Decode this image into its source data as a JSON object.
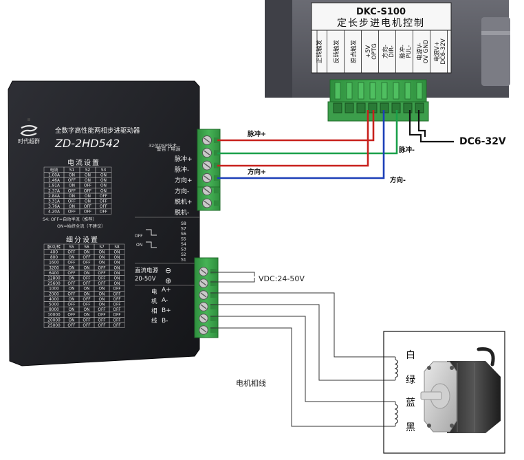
{
  "controller": {
    "model": "DKC-S100",
    "title": "定长步进电机控制",
    "terminal_labels": [
      "正转触发",
      "反转触发",
      "原点触发",
      "+5V OPTG",
      "方向- DIR-",
      "脉冲- PUL-",
      "电源V- OV GND",
      "电源V+ DC6-32V"
    ],
    "label_lines": [
      [
        "正转触发"
      ],
      [
        "反转触发"
      ],
      [
        "原点触发"
      ],
      [
        "+5V",
        "OPTG"
      ],
      [
        "方向-",
        "DIR-"
      ],
      [
        "脉冲-",
        "PUL-"
      ],
      [
        "电源V-",
        "OV GND"
      ],
      [
        "电源V+",
        "DC6-32V"
      ]
    ]
  },
  "driver": {
    "brand": "时代超群",
    "name_cn": "全数字高性能两相步进驱动器",
    "model": "ZD-2HD542",
    "tech": "32位DSP技术",
    "current_title": "电流设置",
    "current_headers": [
      "电流",
      "S1",
      "S2",
      "S3"
    ],
    "current_rows": [
      [
        "1.00A",
        "ON",
        "ON",
        "ON"
      ],
      [
        "1.46A",
        "OFF",
        "ON",
        "ON"
      ],
      [
        "1.91A",
        "ON",
        "OFF",
        "ON"
      ],
      [
        "2.37A",
        "OFF",
        "OFF",
        "ON"
      ],
      [
        "2.84A",
        "ON",
        "ON",
        "OFF"
      ],
      [
        "3.31A",
        "OFF",
        "ON",
        "OFF"
      ],
      [
        "3.76A",
        "ON",
        "OFF",
        "OFF"
      ],
      [
        "4.20A",
        "OFF",
        "OFF",
        "OFF"
      ]
    ],
    "s4_note_1": "S4: OFF=自动半流（推荐）",
    "s4_note_2": "ON=始终全流（不建议）",
    "micro_title": "细分设置",
    "micro_headers": [
      "脉冲/转",
      "S5",
      "S6",
      "S7",
      "S8"
    ],
    "micro_rows": [
      [
        "400",
        "OFF",
        "ON",
        "ON",
        "ON"
      ],
      [
        "800",
        "ON",
        "OFF",
        "ON",
        "ON"
      ],
      [
        "1600",
        "OFF",
        "OFF",
        "ON",
        "ON"
      ],
      [
        "3200",
        "ON",
        "ON",
        "OFF",
        "ON"
      ],
      [
        "6400",
        "OFF",
        "ON",
        "OFF",
        "ON"
      ],
      [
        "12800",
        "ON",
        "OFF",
        "OFF",
        "ON"
      ],
      [
        "25600",
        "OFF",
        "OFF",
        "OFF",
        "ON"
      ],
      [
        "1000",
        "ON",
        "ON",
        "ON",
        "OFF"
      ],
      [
        "2000",
        "OFF",
        "ON",
        "ON",
        "OFF"
      ],
      [
        "4000",
        "ON",
        "OFF",
        "ON",
        "OFF"
      ],
      [
        "5000",
        "OFF",
        "OFF",
        "ON",
        "OFF"
      ],
      [
        "8000",
        "ON",
        "ON",
        "OFF",
        "OFF"
      ],
      [
        "10000",
        "OFF",
        "ON",
        "OFF",
        "OFF"
      ],
      [
        "20000",
        "ON",
        "OFF",
        "OFF",
        "OFF"
      ],
      [
        "25000",
        "OFF",
        "OFF",
        "OFF",
        "OFF"
      ]
    ],
    "alarm_label": "警告 / 电源",
    "signal_labels": [
      "脉冲+",
      "脉冲-",
      "方向+",
      "方向-",
      "脱机+",
      "脱机-"
    ],
    "switch_off": "OFF",
    "switch_on": "ON",
    "switch_labels": [
      "S8",
      "S7",
      "S6",
      "S5",
      "S4",
      "S3",
      "S2",
      "S1"
    ],
    "dc_label": "直流电源",
    "dc_range": "20-50V",
    "power_minus": "⊖",
    "power_plus": "⊕",
    "motor_label": [
      "电",
      "机",
      "相",
      "线"
    ],
    "phase_labels": [
      "A+",
      "A-",
      "B+",
      "B-"
    ]
  },
  "wiring": {
    "pulse_plus": "脉冲+",
    "pulse_minus": "脉冲-",
    "dir_plus": "方向+",
    "dir_minus": "方向-",
    "supply": "DC6-32V",
    "vdc": "VDC:24-50V",
    "motor_phase": "电机相线"
  },
  "motor": {
    "wire_colors": [
      "白",
      "绿",
      "蓝",
      "黑"
    ]
  },
  "colors": {
    "red_wire": "#c8201c",
    "green_wire": "#1aa04a",
    "blue_wire": "#1c3fb8",
    "terminal_green": "#3aa04a",
    "driver_body": "#1d1e22",
    "controller_body": "#5a5b63"
  }
}
